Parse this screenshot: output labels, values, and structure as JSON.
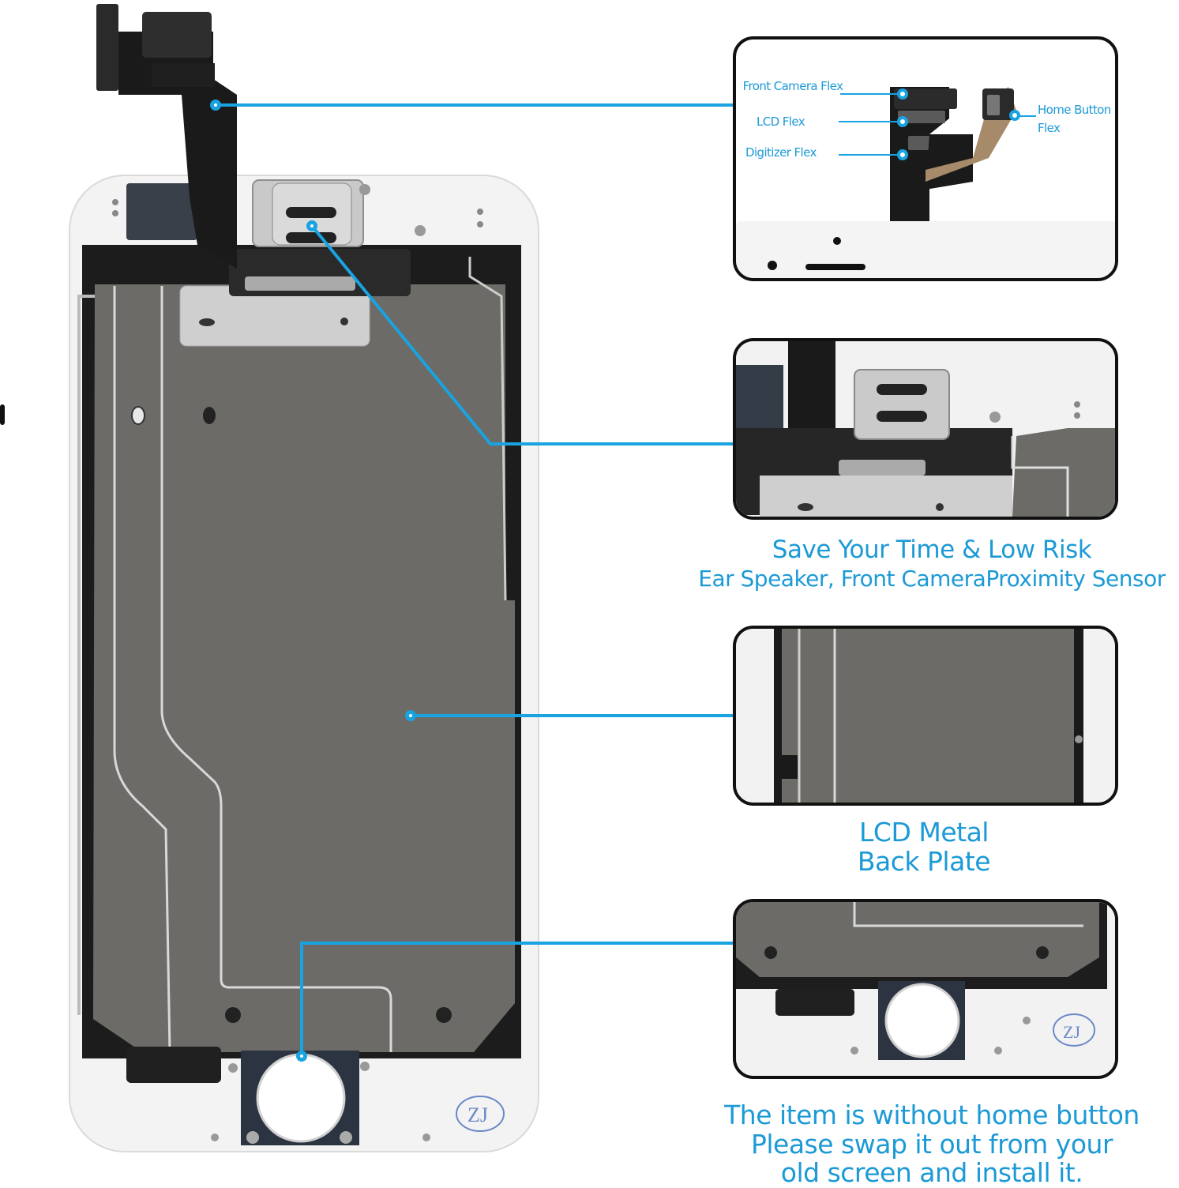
{
  "colors": {
    "accent": "#19a3e0",
    "caption": "#1c9ad6",
    "plate": "#6b6a66",
    "frame_white": "#f2f2f2"
  },
  "inset1": {
    "labels": {
      "front_camera_flex": "Front Camera Flex",
      "lcd_flex": "LCD Flex",
      "digitizer_flex": "Digitizer Flex",
      "home_button_flex": "Home Button Flex"
    }
  },
  "inset2": {
    "caption_line1": "Save Your Time & Low Risk",
    "caption_line2": "Ear Speaker, Front CameraProximity Sensor"
  },
  "inset3": {
    "caption_line1": "LCD Metal",
    "caption_line2": "Back Plate"
  },
  "inset4": {
    "caption_line1": "The item is without home button",
    "caption_line2": "Please swap it out from your",
    "caption_line3": "old screen and install it."
  },
  "brand_mark": "ZJ"
}
